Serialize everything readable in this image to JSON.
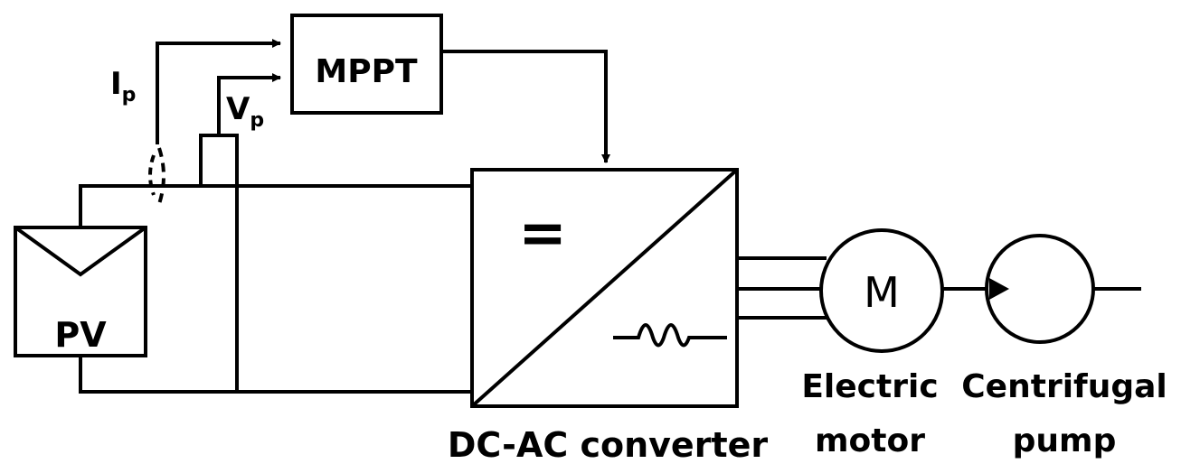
{
  "blocks": {
    "mppt": "MPPT",
    "pv": "PV",
    "dc_side_symbol": "=",
    "motor_symbol": "M"
  },
  "signals": {
    "current_main": "I",
    "current_sub": "p",
    "voltage_main": "V",
    "voltage_sub": "p"
  },
  "captions": {
    "converter": "DC-AC converter",
    "motor_line1": "Electric",
    "motor_line2": "motor",
    "pump_line1": "Centrifugal",
    "pump_line2": "pump"
  }
}
